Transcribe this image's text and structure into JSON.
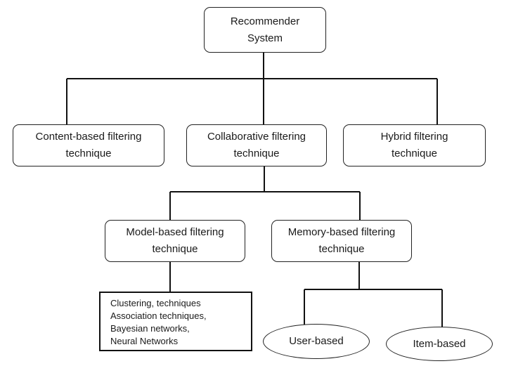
{
  "root": {
    "line1": "Recommender",
    "line2": "System"
  },
  "content_based": {
    "line1": "Content-based filtering",
    "line2": "technique"
  },
  "collaborative": {
    "line1": "Collaborative filtering",
    "line2": "technique"
  },
  "hybrid": {
    "line1": "Hybrid filtering",
    "line2": "technique"
  },
  "model_based": {
    "line1": "Model-based filtering",
    "line2": "technique"
  },
  "memory_based": {
    "line1": "Memory-based filtering",
    "line2": "technique"
  },
  "model_techniques": [
    "Clustering, techniques",
    "Association techniques,",
    "Bayesian networks,",
    "Neural Networks"
  ],
  "user_based": "User-based",
  "item_based": "Item-based"
}
